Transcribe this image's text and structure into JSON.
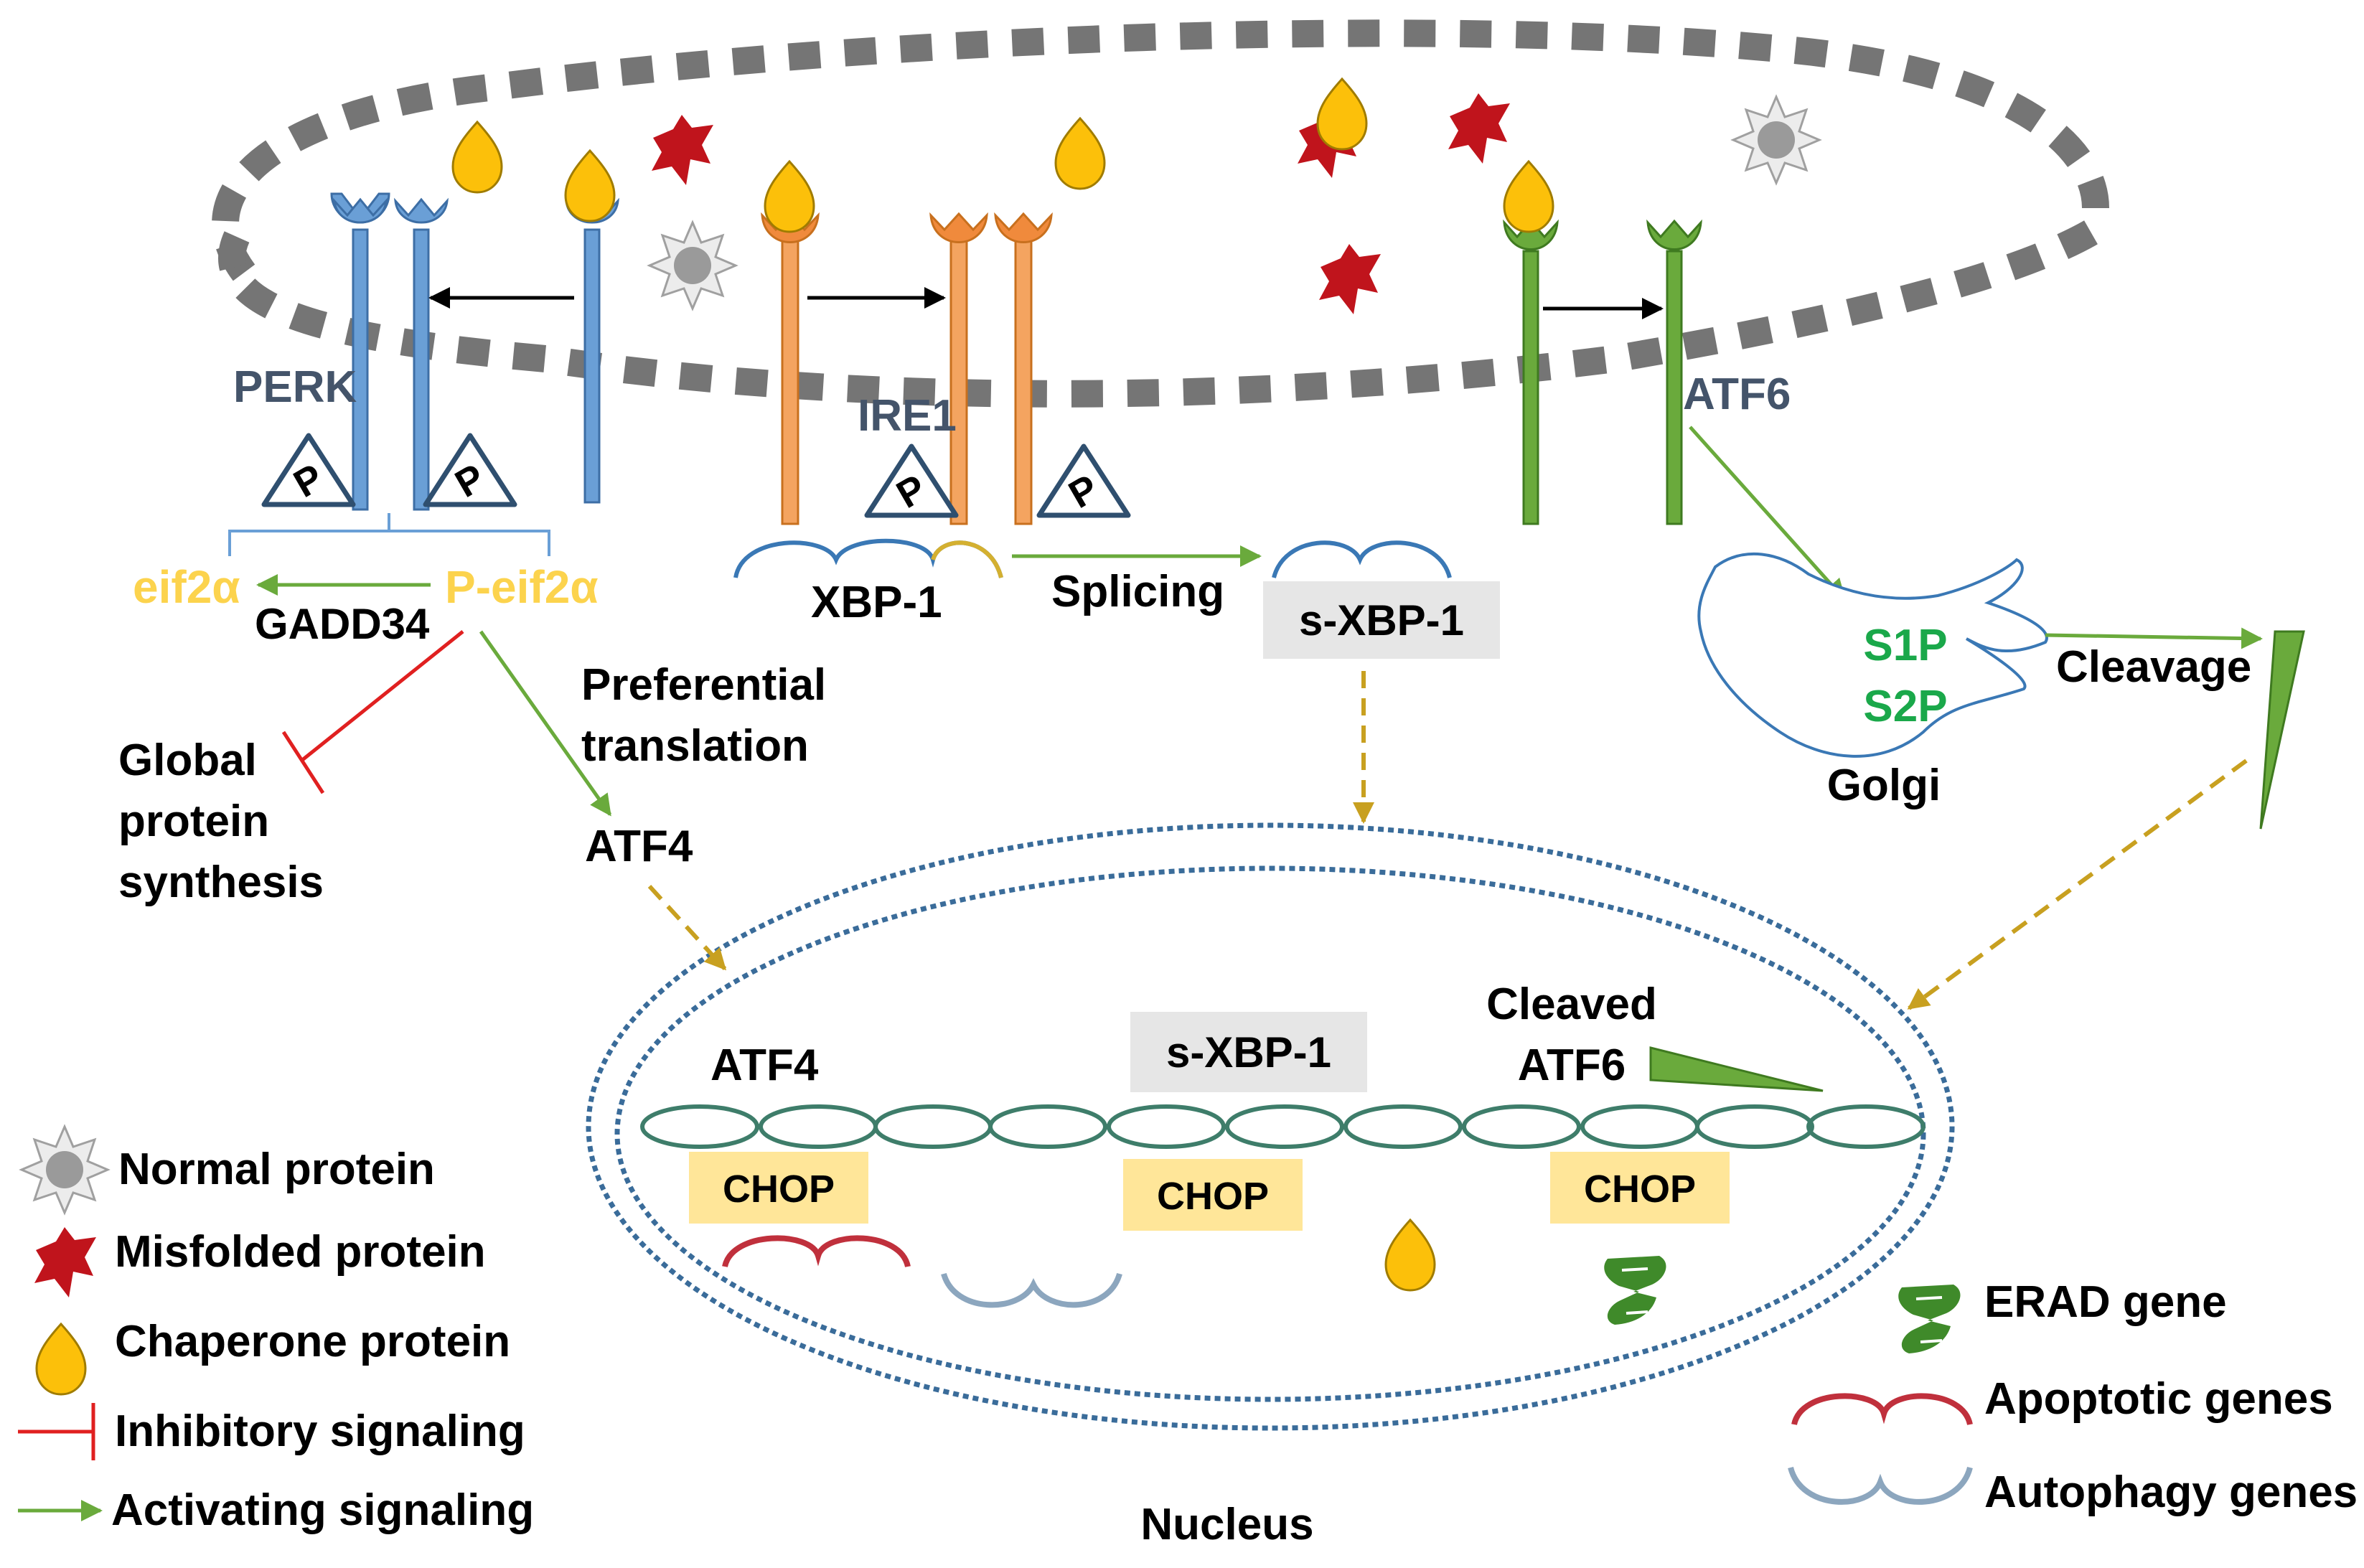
{
  "receptors": {
    "perk": "PERK",
    "ire1": "IRE1",
    "atf6": "ATF6"
  },
  "phospho": "P",
  "perk_branch": {
    "eif2a": "eif2α",
    "p_eif2a": "P-eif2α",
    "gadd34": "GADD34",
    "preferential_line1": "Preferential",
    "preferential_line2": "translation",
    "atf4": "ATF4",
    "global_line1": "Global",
    "global_line2": "protein",
    "global_line3": "synthesis"
  },
  "ire1_branch": {
    "xbp1": "XBP-1",
    "splicing": "Splicing",
    "s_xbp1": "s-XBP-1"
  },
  "atf6_branch": {
    "s1p": "S1P",
    "s2p": "S2P",
    "golgi": "Golgi",
    "cleavage": "Cleavage"
  },
  "nucleus": {
    "label": "Nucleus",
    "atf4": "ATF4",
    "s_xbp1": "s-XBP-1",
    "cleaved_line1": "Cleaved",
    "cleaved_line2": "ATF6",
    "chop": "CHOP"
  },
  "legend_left": {
    "normal": "Normal protein",
    "misfolded": "Misfolded protein",
    "chaperone": "Chaperone protein",
    "inhibitory": "Inhibitory signaling",
    "activating": "Activating signaling"
  },
  "legend_right": {
    "erad": "ERAD gene",
    "apoptotic": "Apoptotic genes",
    "autophagy": "Autophagy genes"
  },
  "colors": {
    "perk": "#6a9fd6",
    "ire1": "#f08a3c",
    "atf6": "#6aaa3c",
    "chaperone": "#fcc00a",
    "misfolded": "#c0141c",
    "normal": "#a0a0a0",
    "er_membrane": "#757575",
    "nucleus": "#3a6c9a",
    "activating": "#6aaa3c",
    "inhibitory": "#e02020",
    "dashed_arrow": "#c8a020",
    "chop_box": "#ffe699",
    "sxbp1_box": "#e6e6e6",
    "eif2a_text": "#fcd34d",
    "golgi_text": "#1aa84a",
    "receptor_label": "#44546a"
  }
}
